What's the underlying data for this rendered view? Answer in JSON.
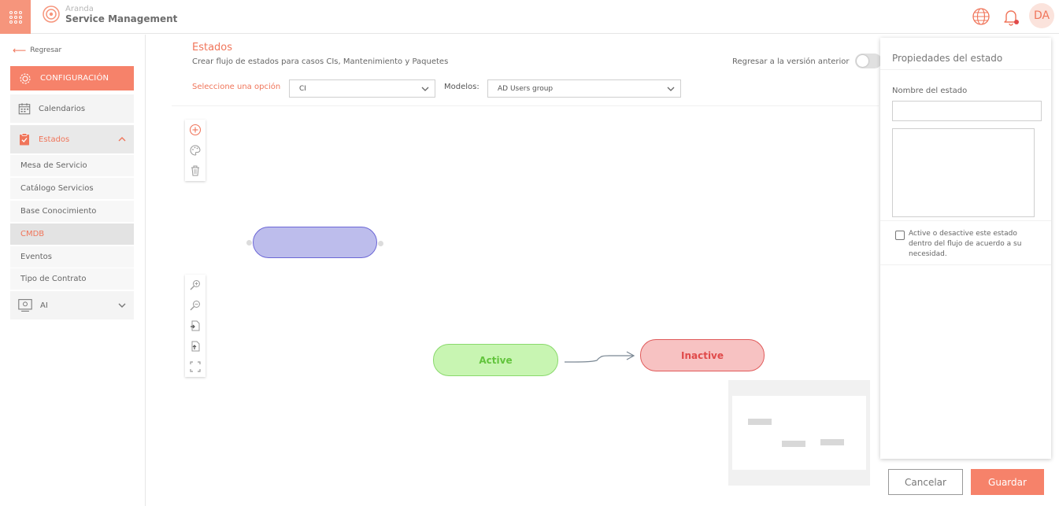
{
  "header": {
    "brand": "Aranda",
    "product": "Service Management",
    "avatar_initials": "DA",
    "icons": [
      "apps-grid-icon",
      "globe-icon",
      "bell-icon"
    ],
    "accent_color": "#f6826a"
  },
  "sidebar": {
    "back_label": "Regresar",
    "config_label": "CONFIGURACIÓN",
    "items": [
      {
        "label": "Calendarios",
        "icon": "calendar-icon"
      },
      {
        "label": "Estados",
        "icon": "checklist-icon",
        "expanded": true
      },
      {
        "label": "Mesa de Servicio"
      },
      {
        "label": "Catálogo Servicios"
      },
      {
        "label": "Base Conocimiento"
      },
      {
        "label": "CMDB",
        "selected": true
      },
      {
        "label": "Eventos"
      },
      {
        "label": "Tipo de Contrato"
      },
      {
        "label": "AI",
        "icon": "ai-icon",
        "expanded": false
      }
    ]
  },
  "main": {
    "title": "Estados",
    "subtitle": "Crear flujo de estados para casos CIs, Mantenimiento y Paquetes",
    "prev_version_label": "Regresar a la versión anterior",
    "select_label": "Seleccione una opción",
    "select_value": "CI",
    "models_label": "Modelos:",
    "models_value": "AD Users group"
  },
  "canvas": {
    "nodes": [
      {
        "label": "",
        "color": "#bdbdec"
      },
      {
        "label": "Active",
        "color": "#c8f5b2"
      },
      {
        "label": "Inactive",
        "color": "#f7c2c2"
      }
    ]
  },
  "panel": {
    "title": "Propiedades del estado",
    "name_label": "Nombre del estado",
    "name_value": "",
    "checkbox_label": "Active o desactive este estado dentro del flujo de acuerdo a su necesidad.",
    "cancel_label": "Cancelar",
    "save_label": "Guardar"
  }
}
